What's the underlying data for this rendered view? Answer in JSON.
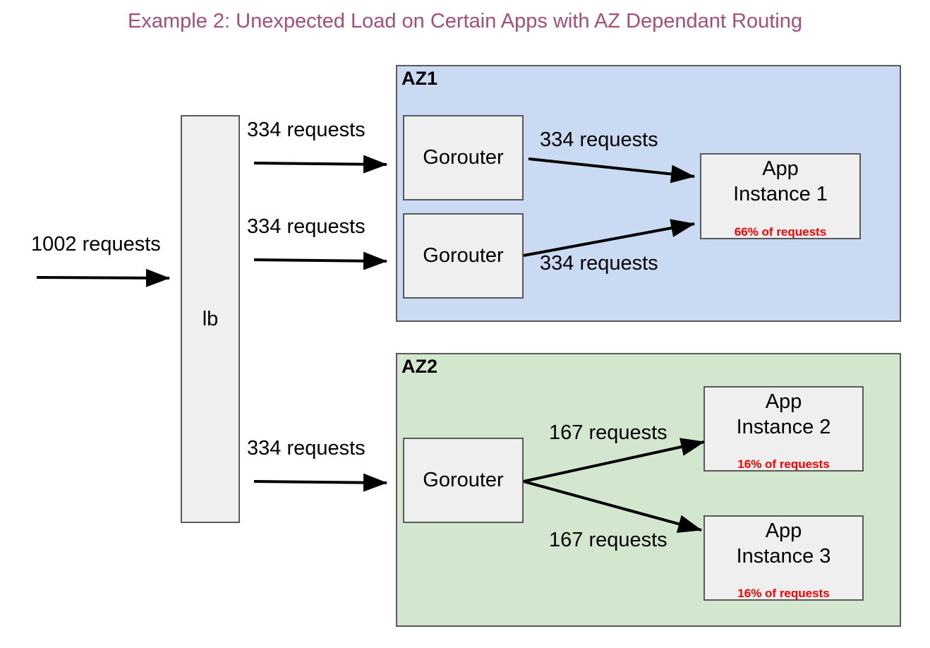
{
  "title": "Example 2: Unexpected Load on Certain Apps with AZ Dependant Routing",
  "colors": {
    "title": "#a64d79",
    "az1_fill": "#c9daf2",
    "az2_fill": "#d3e7cf",
    "box_fill": "#efefef",
    "percent_text": "#ff0000"
  },
  "inbound_label": "1002 requests",
  "lb_label": "lb",
  "lb_to_gorouter_labels": [
    "334 requests",
    "334 requests",
    "334 requests"
  ],
  "az1": {
    "label": "AZ1",
    "gorouters": [
      "Gorouter",
      "Gorouter"
    ],
    "edge_labels": [
      "334 requests",
      "334 requests"
    ],
    "app": {
      "line1": "App",
      "line2": "Instance 1",
      "percent": "66% of requests"
    }
  },
  "az2": {
    "label": "AZ2",
    "gorouter": "Gorouter",
    "edge_labels": [
      "167 requests",
      "167 requests"
    ],
    "apps": [
      {
        "line1": "App",
        "line2": "Instance 2",
        "percent": "16% of requests"
      },
      {
        "line1": "App",
        "line2": "Instance 3",
        "percent": "16% of requests"
      }
    ]
  }
}
